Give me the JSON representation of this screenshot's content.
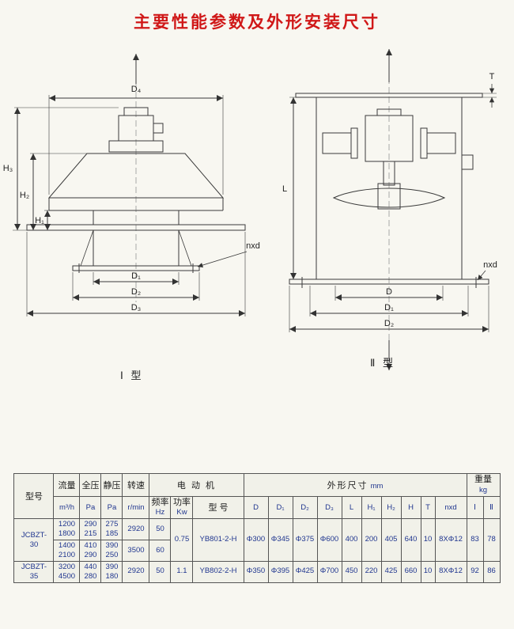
{
  "page": {
    "title": "主要性能参数及外形安装尺寸"
  },
  "diagrams": {
    "type1": {
      "caption": "Ⅰ 型",
      "dims": {
        "d4": "D₄",
        "h3": "H₃",
        "h2": "H₂",
        "h1": "H₁",
        "d1": "D₁",
        "d2": "D₂",
        "d3": "D₃",
        "nxd": "nxd"
      }
    },
    "type2": {
      "caption": "Ⅱ 型",
      "dims": {
        "t": "T",
        "l": "L",
        "d": "D",
        "d1": "D₁",
        "d2": "D₂",
        "nxd": "nxd"
      }
    }
  },
  "table": {
    "headers": {
      "model": "型号",
      "flow": "流量",
      "flow_unit": "m³/h",
      "total_pressure": "全压",
      "pressure_unit": "Pa",
      "static_pressure": "静压",
      "static_unit": "Pa",
      "speed": "转速",
      "speed_unit": "r/min",
      "motor_group": "电  动  机",
      "freq_line1": "频率",
      "freq_line2": "Hz",
      "power_line1": "功率",
      "power_line2": "Kw",
      "motor_model": "型  号",
      "dims_group": "外形尺寸",
      "dims_unit": "mm",
      "dim_cols": [
        "D",
        "D₁",
        "D₂",
        "D₃",
        "L",
        "H₁",
        "H₂",
        "H",
        "T",
        "nxd"
      ],
      "weight_group": "重量",
      "weight_unit": "kg",
      "weight_cols": [
        "Ⅰ",
        "Ⅱ"
      ]
    },
    "rows": [
      {
        "model_lines": [
          "JCBZT-",
          "30"
        ],
        "variants": [
          {
            "flow": [
              "1200",
              "1800"
            ],
            "total": [
              "290",
              "215"
            ],
            "static": [
              "275",
              "185"
            ],
            "speed": "2920",
            "freq": "50"
          },
          {
            "flow": [
              "1400",
              "2100"
            ],
            "total": [
              "410",
              "290"
            ],
            "static": [
              "390",
              "250"
            ],
            "speed": "3500",
            "freq": "60"
          }
        ],
        "power": "0.75",
        "motor": "YB801-2-H",
        "dims": [
          "Φ300",
          "Φ345",
          "Φ375",
          "Φ600",
          "400",
          "200",
          "405",
          "640",
          "10",
          "8XΦ12"
        ],
        "weights": [
          "83",
          "78"
        ]
      },
      {
        "model_lines": [
          "JCBZT-",
          "35"
        ],
        "variants": [
          {
            "flow": [
              "3200",
              "4500"
            ],
            "total": [
              "440",
              "280"
            ],
            "static": [
              "390",
              "180"
            ],
            "speed": "2920",
            "freq": "50"
          }
        ],
        "power": "1.1",
        "motor": "YB802-2-H",
        "dims": [
          "Φ350",
          "Φ395",
          "Φ425",
          "Φ700",
          "450",
          "220",
          "425",
          "660",
          "10",
          "8XΦ12"
        ],
        "weights": [
          "92",
          "86"
        ]
      }
    ]
  }
}
